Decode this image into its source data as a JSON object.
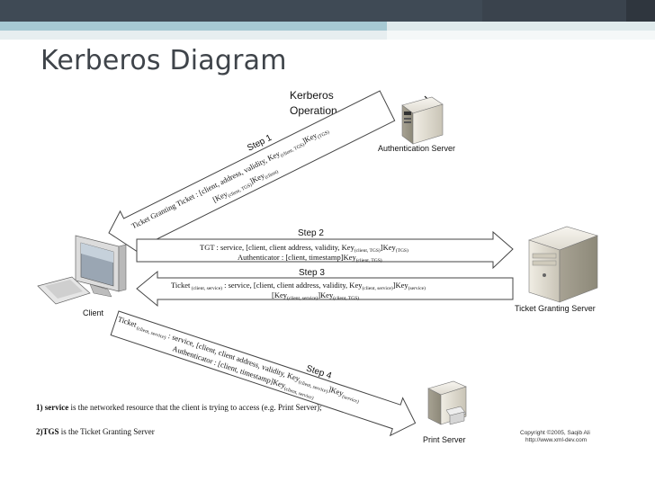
{
  "slide": {
    "title": "Kerberos Diagram"
  },
  "diagram": {
    "title_line1": "Kerberos",
    "title_line2": "Operation",
    "nodes": {
      "auth_server": "Authentication Server",
      "tgs": "Ticket Granting Server",
      "client": "Client",
      "print_server": "Print Server"
    },
    "steps": {
      "step1": "Step 1",
      "step2": "Step 2",
      "step3": "Step 3",
      "step4": "Step 4"
    },
    "messages": {
      "step1_line1": "Ticket Granting Ticket : [client, address, validity, Key(client, TGS)]Key(TGS)",
      "step1_line2": "[Key(client, TGS)]Key(client)",
      "step2_line1": "TGT : service, [client, client address, validity, Key(client, TGS)]Key(TGS)",
      "step2_line2": "Authenticator : [client, timestamp]Key(client, TGS)",
      "step3_line1": "Ticket(client, service) : service, [client, client address, validity, Key(client, service)]Key(service)",
      "step3_line2": "[Key(client, service)]Key(client, TGS)",
      "step4_line1": "Ticket(client, service) : service, [client, client address, validity, Key(client, service)]Key(service)",
      "step4_line2": "Authenticator : [client, timestamp]Key(client, service)"
    },
    "notes": {
      "note1_bold": "1) service",
      "note1_rest": " is the networked resource that the client is trying to access  (e.g. Print Server);",
      "note2_bold": "2)TGS",
      "note2_rest": " is the Ticket Granting Server"
    },
    "copyright": {
      "line1": "Copyright ©2005, Saqib Ali",
      "line2": "http://www.xml-dev.com"
    }
  }
}
